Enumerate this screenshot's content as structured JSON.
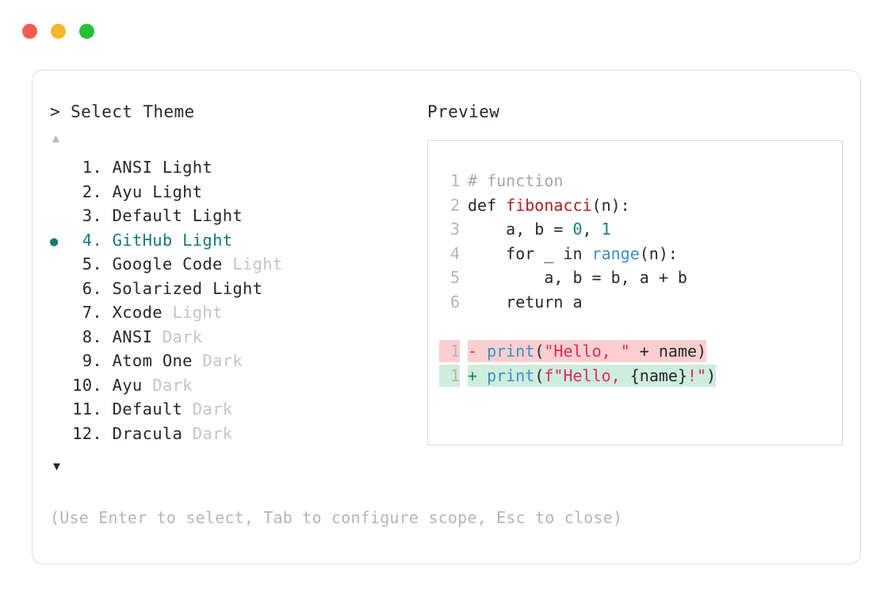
{
  "window": {
    "traffic_lights": [
      {
        "name": "close",
        "color": "#f25c54"
      },
      {
        "name": "minimize",
        "color": "#f5b52c"
      },
      {
        "name": "maximize",
        "color": "#27bf38"
      }
    ]
  },
  "left": {
    "prompt": "> Select Theme",
    "scroll_up": "▲",
    "scroll_down": "▼",
    "selected_index": 4,
    "bullet": "●",
    "items": [
      {
        "num": "1.",
        "name": "ANSI",
        "variant": "Light",
        "variant_dim": false,
        "selected": false
      },
      {
        "num": "2.",
        "name": "Ayu",
        "variant": "Light",
        "variant_dim": false,
        "selected": false
      },
      {
        "num": "3.",
        "name": "Default",
        "variant": "Light",
        "variant_dim": false,
        "selected": false
      },
      {
        "num": "4.",
        "name": "GitHub",
        "variant": "Light",
        "variant_dim": false,
        "selected": true
      },
      {
        "num": "5.",
        "name": "Google Code",
        "variant": "Light",
        "variant_dim": true,
        "selected": false
      },
      {
        "num": "6.",
        "name": "Solarized",
        "variant": "Light",
        "variant_dim": false,
        "selected": false
      },
      {
        "num": "7.",
        "name": "Xcode",
        "variant": "Light",
        "variant_dim": true,
        "selected": false
      },
      {
        "num": "8.",
        "name": "ANSI",
        "variant": "Dark",
        "variant_dim": true,
        "selected": false
      },
      {
        "num": "9.",
        "name": "Atom One",
        "variant": "Dark",
        "variant_dim": true,
        "selected": false
      },
      {
        "num": "10.",
        "name": "Ayu",
        "variant": "Dark",
        "variant_dim": true,
        "selected": false
      },
      {
        "num": "11.",
        "name": "Default",
        "variant": "Dark",
        "variant_dim": true,
        "selected": false
      },
      {
        "num": "12.",
        "name": "Dracula",
        "variant": "Dark",
        "variant_dim": true,
        "selected": false
      }
    ]
  },
  "right": {
    "label": "Preview",
    "code_lines": [
      {
        "ln": "1",
        "tokens": [
          {
            "t": "# function",
            "c": "comment"
          }
        ]
      },
      {
        "ln": "2",
        "tokens": [
          {
            "t": "def ",
            "c": "kw"
          },
          {
            "t": "fibonacci",
            "c": "fn"
          },
          {
            "t": "(n):",
            "c": "punct"
          }
        ]
      },
      {
        "ln": "3",
        "tokens": [
          {
            "t": "    a, b = ",
            "c": "plain"
          },
          {
            "t": "0",
            "c": "num"
          },
          {
            "t": ", ",
            "c": "plain"
          },
          {
            "t": "1",
            "c": "num"
          }
        ]
      },
      {
        "ln": "4",
        "tokens": [
          {
            "t": "    for _ in ",
            "c": "plain"
          },
          {
            "t": "range",
            "c": "builtin"
          },
          {
            "t": "(n):",
            "c": "punct"
          }
        ]
      },
      {
        "ln": "5",
        "tokens": [
          {
            "t": "        a, b = b, a + b",
            "c": "plain"
          }
        ]
      },
      {
        "ln": "6",
        "tokens": [
          {
            "t": "    return a",
            "c": "plain"
          }
        ]
      }
    ],
    "diff_lines": [
      {
        "ln": "1",
        "kind": "del",
        "marker": "-",
        "tokens": [
          {
            "t": "print",
            "c": "builtin"
          },
          {
            "t": "(",
            "c": "punct"
          },
          {
            "t": "\"Hello, \"",
            "c": "str"
          },
          {
            "t": " + name",
            "c": "plain"
          },
          {
            "t": ")",
            "c": "punct"
          }
        ]
      },
      {
        "ln": "1",
        "kind": "add",
        "marker": "+",
        "tokens": [
          {
            "t": "print",
            "c": "builtin"
          },
          {
            "t": "(",
            "c": "punct"
          },
          {
            "t": "f\"Hello, ",
            "c": "str"
          },
          {
            "t": "{name}",
            "c": "plain"
          },
          {
            "t": "!\"",
            "c": "str"
          },
          {
            "t": ")",
            "c": "punct"
          }
        ]
      }
    ]
  },
  "footer": {
    "hint": "(Use Enter to select, Tab to configure scope, Esc to close)"
  }
}
